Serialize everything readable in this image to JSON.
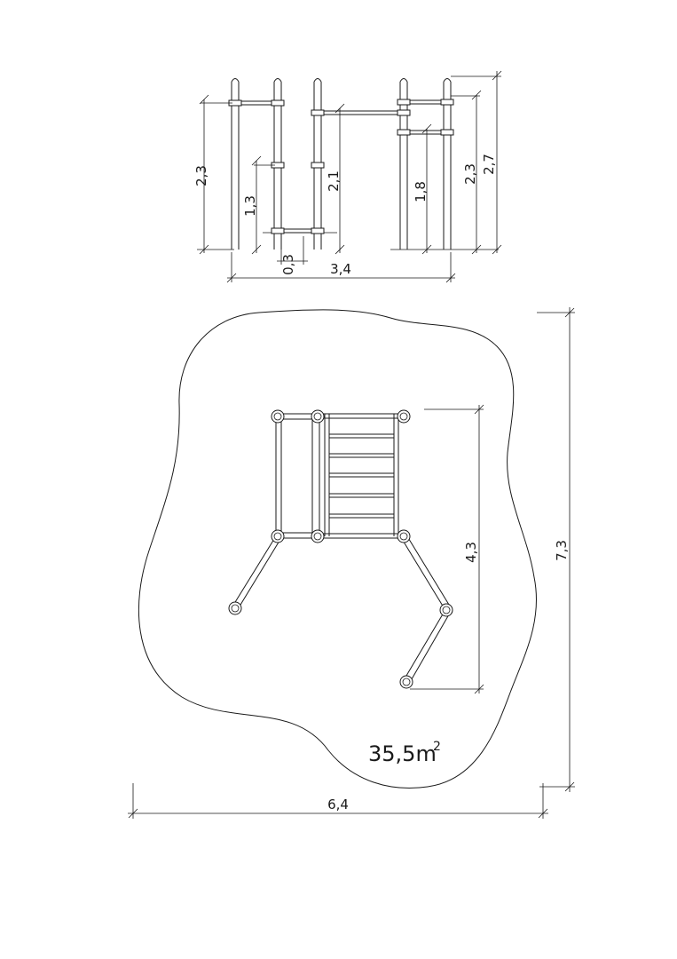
{
  "elevation": {
    "dimensions": {
      "left_bar_height": "2,3",
      "low_bar_height": "1,3",
      "mid_bar_height": "2,1",
      "right_low_bar_height": "1,8",
      "right_bar_height": "2,3",
      "right_top_height": "2,7",
      "small_gap": "0,3",
      "total_width": "3,4"
    }
  },
  "plan": {
    "area_value": "35,5m",
    "area_exponent": "2",
    "depth_dim": "4,3",
    "total_height_dim": "7,3",
    "total_width_dim": "6,4"
  }
}
